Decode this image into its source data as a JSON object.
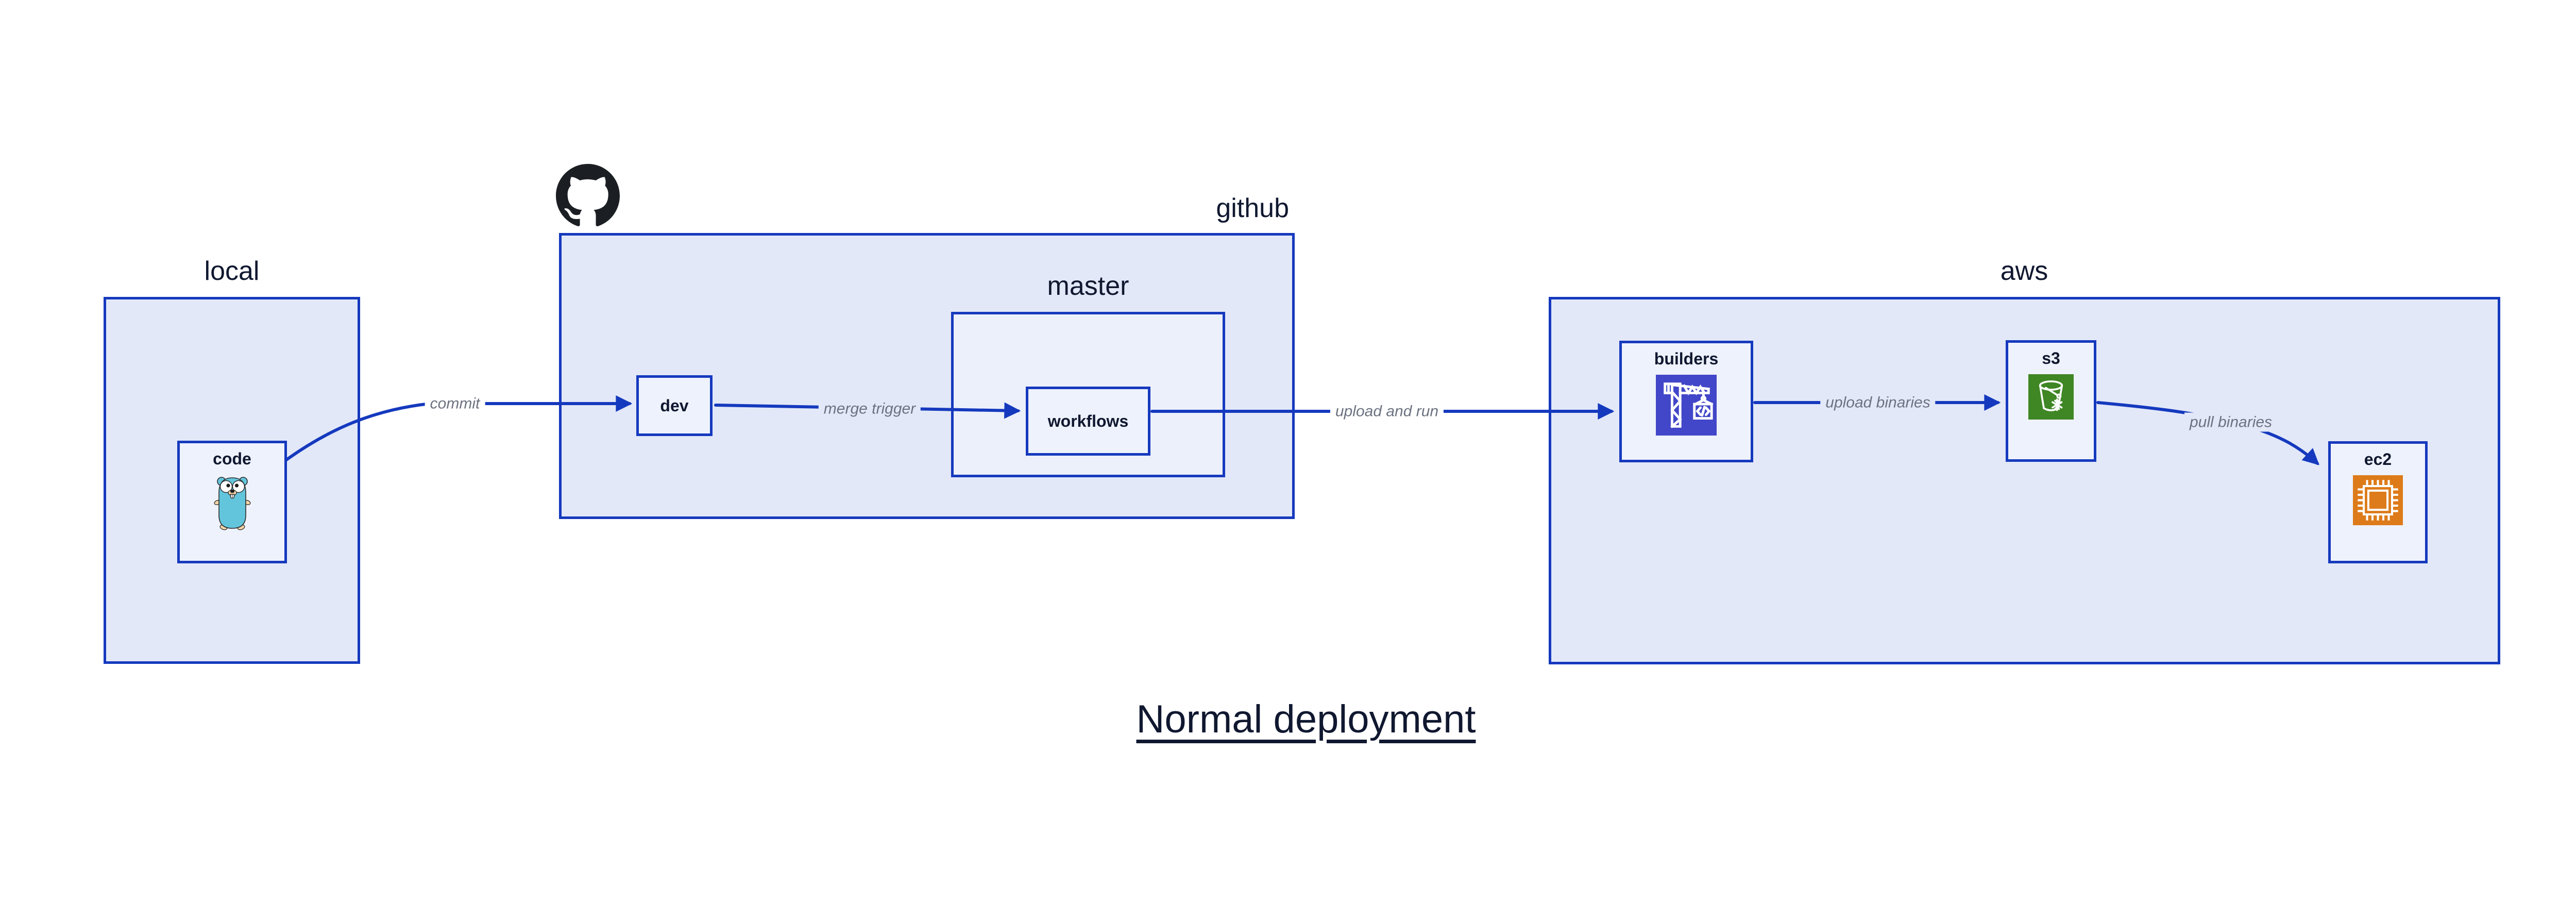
{
  "diagram_title": "Normal deployment",
  "groups": {
    "local": {
      "label": "local"
    },
    "github": {
      "label": "github"
    },
    "master": {
      "label": "master"
    },
    "aws": {
      "label": "aws"
    }
  },
  "nodes": {
    "code": {
      "label": "code",
      "icon": "go-gopher-icon"
    },
    "dev": {
      "label": "dev"
    },
    "workflows": {
      "label": "workflows"
    },
    "builders": {
      "label": "builders",
      "icon": "codebuild-crane-icon"
    },
    "s3": {
      "label": "s3",
      "icon": "s3-bucket-icon"
    },
    "ec2": {
      "label": "ec2",
      "icon": "ec2-chip-icon"
    }
  },
  "edges": [
    {
      "from": "code",
      "to": "dev",
      "label": "commit"
    },
    {
      "from": "dev",
      "to": "workflows",
      "label": "merge trigger"
    },
    {
      "from": "workflows",
      "to": "builders",
      "label": "upload and run"
    },
    {
      "from": "builders",
      "to": "s3",
      "label": "upload binaries"
    },
    {
      "from": "s3",
      "to": "ec2",
      "label": "pull binaries"
    }
  ],
  "colors": {
    "border-blue": "#1539BE",
    "edge-blue": "#1539BE",
    "group-fill": "#E2E8F8",
    "subgroup-fill": "#ECF0FA",
    "node-fill": "#EEF2FC",
    "label-navy": "#101830",
    "edge-label-grey": "#6C7280",
    "github-black": "#1B1F23",
    "codebuild-indigo": "#4147C8",
    "s3-green": "#3F8624",
    "ec2-orange": "#DD7B1A",
    "gopher-teal": "#63C5DC",
    "gopher-tan": "#F6D4A6"
  }
}
